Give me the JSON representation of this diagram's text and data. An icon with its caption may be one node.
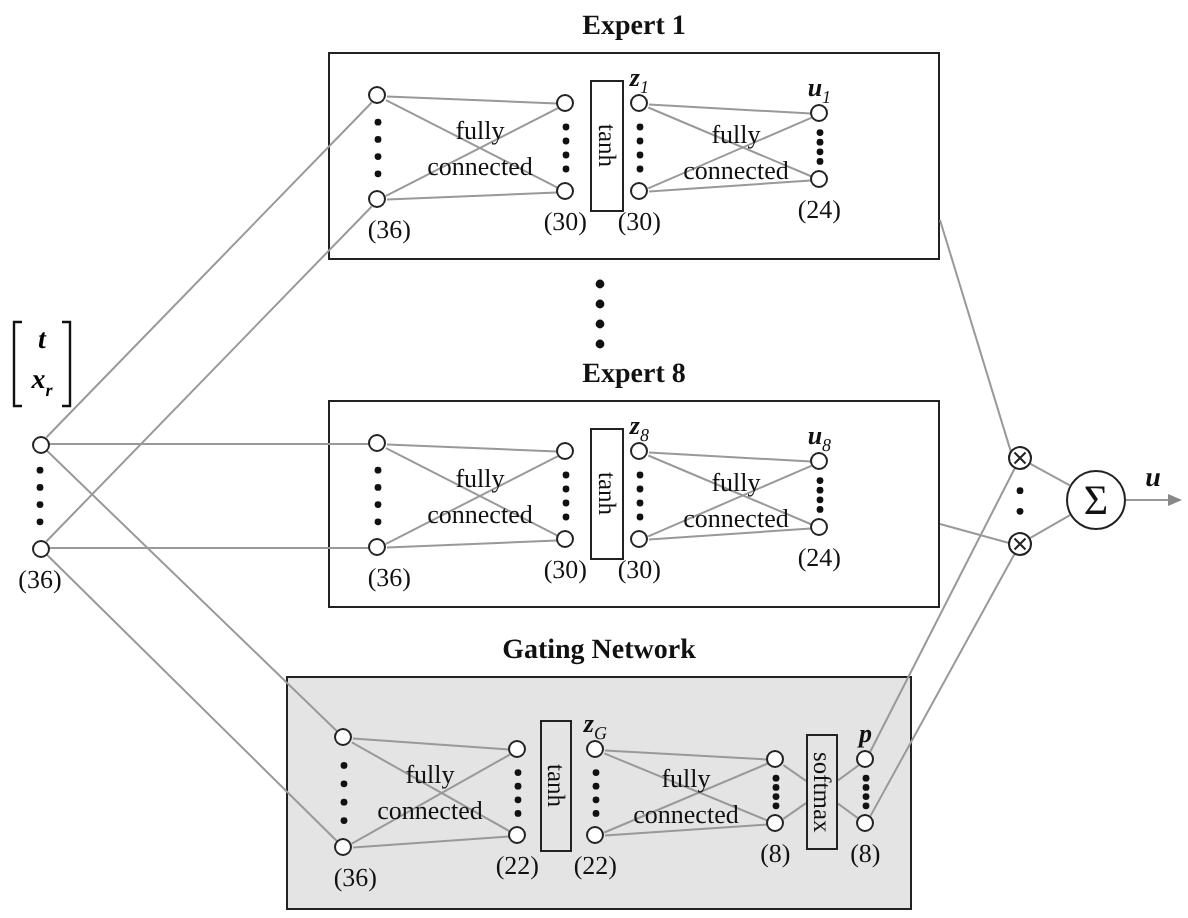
{
  "diagram": {
    "nodes": [
      {
        "text": [
          "t",
          "x$_{r}$"
        ]
      },
      {
        "text": [],
        "shape": "circle"
      },
      {
        "text": [],
        "shape": "circle",
        "beside": [
          "(36)"
        ]
      },
      {
        "text": [
          "Expert 1"
        ]
      },
      {
        "text": [],
        "shape": "circle",
        "in": 3
      },
      {
        "text": [],
        "shape": "circle",
        "in": 3,
        "beside": [
          "(36)"
        ]
      },
      {
        "text": [],
        "shape": "circle",
        "in": 3
      },
      {
        "text": [],
        "shape": "circle",
        "in": 3,
        "beside": [
          "(30)"
        ]
      },
      {
        "text": [
          "tanh"
        ],
        "in": 3
      },
      {
        "text": [],
        "shape": "circle",
        "in": 3,
        "beside": [
          "z$_{1}$"
        ]
      },
      {
        "text": [],
        "shape": "circle",
        "in": 3,
        "beside": [
          "(30)"
        ]
      },
      {
        "text": [],
        "shape": "circle",
        "in": 3,
        "beside": [
          "u$_{1}$"
        ]
      },
      {
        "text": [],
        "shape": "circle",
        "in": 3,
        "beside": [
          "(24)"
        ]
      },
      {
        "text": [
          "Expert 8"
        ]
      },
      {
        "text": [],
        "shape": "circle",
        "in": 13
      },
      {
        "text": [],
        "shape": "circle",
        "in": 13,
        "beside": [
          "(36)"
        ]
      },
      {
        "text": [],
        "shape": "circle",
        "in": 13
      },
      {
        "text": [],
        "shape": "circle",
        "in": 13,
        "beside": [
          "(30)"
        ]
      },
      {
        "text": [
          "tanh"
        ],
        "in": 13
      },
      {
        "text": [],
        "shape": "circle",
        "in": 13,
        "beside": [
          "z$_{8}$"
        ]
      },
      {
        "text": [],
        "shape": "circle",
        "in": 13,
        "beside": [
          "(30)"
        ]
      },
      {
        "text": [],
        "shape": "circle",
        "in": 13,
        "beside": [
          "u$_{8}$"
        ]
      },
      {
        "text": [],
        "shape": "circle",
        "in": 13,
        "beside": [
          "(24)"
        ]
      },
      {
        "text": [
          "Gating Network"
        ]
      },
      {
        "text": [],
        "shape": "circle",
        "in": 23
      },
      {
        "text": [],
        "shape": "circle",
        "in": 23,
        "beside": [
          "(36)"
        ]
      },
      {
        "text": [],
        "shape": "circle",
        "in": 23
      },
      {
        "text": [],
        "shape": "circle",
        "in": 23,
        "beside": [
          "(22)"
        ]
      },
      {
        "text": [
          "tanh"
        ],
        "in": 23
      },
      {
        "text": [],
        "shape": "circle",
        "in": 23,
        "beside": [
          "z$_{G}$"
        ]
      },
      {
        "text": [],
        "shape": "circle",
        "in": 23,
        "beside": [
          "(22)"
        ]
      },
      {
        "text": [],
        "shape": "circle",
        "in": 23
      },
      {
        "text": [],
        "shape": "circle",
        "in": 23,
        "beside": [
          "(8)"
        ]
      },
      {
        "text": [
          "softmax"
        ],
        "in": 23
      },
      {
        "text": [],
        "shape": "circle",
        "in": 23,
        "beside": [
          "p"
        ]
      },
      {
        "text": [],
        "shape": "circle",
        "in": 23,
        "beside": [
          "(8)"
        ]
      },
      {
        "text": [],
        "shape": "circle"
      },
      {
        "text": [],
        "shape": "circle"
      },
      {
        "text": [
          "Σ"
        ]
      }
    ],
    "edges": [
      {
        "from": 1,
        "to": 4,
        "arrow": "none"
      },
      {
        "from": 1,
        "to": 14,
        "arrow": "none"
      },
      {
        "from": 1,
        "to": 24,
        "arrow": "none"
      },
      {
        "from": 2,
        "to": 5,
        "arrow": "none"
      },
      {
        "from": 2,
        "to": 15,
        "arrow": "none"
      },
      {
        "from": 2,
        "to": 25,
        "arrow": "none"
      },
      {
        "from": 4,
        "to": 6,
        "arrow": "none"
      },
      {
        "from": 4,
        "to": 7,
        "arrow": "none"
      },
      {
        "from": 5,
        "to": 6,
        "arrow": "none"
      },
      {
        "from": 5,
        "to": 7,
        "arrow": "none"
      },
      {
        "from": 9,
        "to": 11,
        "arrow": "none"
      },
      {
        "from": 9,
        "to": 12,
        "arrow": "none"
      },
      {
        "from": 10,
        "to": 11,
        "arrow": "none"
      },
      {
        "from": 10,
        "to": 12,
        "arrow": "none"
      },
      {
        "from": 14,
        "to": 16,
        "arrow": "none"
      },
      {
        "from": 14,
        "to": 17,
        "arrow": "none"
      },
      {
        "from": 15,
        "to": 16,
        "arrow": "none"
      },
      {
        "from": 15,
        "to": 17,
        "arrow": "none"
      },
      {
        "from": 19,
        "to": 21,
        "arrow": "none"
      },
      {
        "from": 19,
        "to": 22,
        "arrow": "none"
      },
      {
        "from": 20,
        "to": 21,
        "arrow": "none"
      },
      {
        "from": 20,
        "to": 22,
        "arrow": "none"
      },
      {
        "from": 24,
        "to": 26,
        "arrow": "none"
      },
      {
        "from": 24,
        "to": 27,
        "arrow": "none"
      },
      {
        "from": 25,
        "to": 26,
        "arrow": "none"
      },
      {
        "from": 25,
        "to": 27,
        "arrow": "none"
      },
      {
        "from": 29,
        "to": 31,
        "arrow": "none"
      },
      {
        "from": 29,
        "to": 32,
        "arrow": "none"
      },
      {
        "from": 30,
        "to": 31,
        "arrow": "none"
      },
      {
        "from": 30,
        "to": 32,
        "arrow": "none"
      },
      {
        "from": 31,
        "to": 33,
        "arrow": "none"
      },
      {
        "from": 33,
        "to": 34,
        "arrow": "none"
      },
      {
        "from": 32,
        "to": 33,
        "arrow": "none"
      },
      {
        "from": 33,
        "to": 35,
        "arrow": "none"
      },
      {
        "from": 3,
        "to": 36,
        "arrow": "none"
      },
      {
        "from": 13,
        "to": 37,
        "arrow": "none"
      },
      {
        "from": 34,
        "to": 36,
        "arrow": "none"
      },
      {
        "from": 35,
        "to": 37,
        "arrow": "none"
      },
      {
        "from": 36,
        "to": 38,
        "arrow": "none"
      },
      {
        "from": 37,
        "to": 38,
        "arrow": "none"
      },
      {
        "from": 38,
        "to": null,
        "arrow": "to",
        "label": "u"
      }
    ],
    "labels": [
      "fully connected",
      "fully connected",
      "fully connected",
      "fully connected",
      "fully connected",
      "fully connected"
    ]
  }
}
